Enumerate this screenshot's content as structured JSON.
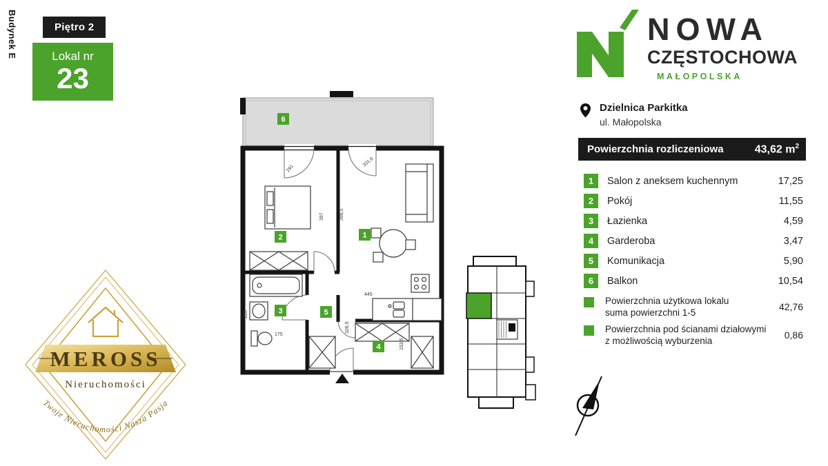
{
  "colors": {
    "accent_green": "#4CA32B",
    "dark": "#1B1B1B",
    "gold": "#C9A23A",
    "balcony_gray": "#DBDBDB"
  },
  "header": {
    "building": "Budynek E",
    "floor": "Piętro 2",
    "unit_label": "Lokal nr",
    "unit_number": "23"
  },
  "brand": {
    "line1": "NOWA",
    "line2": "CZĘSTOCHOWA",
    "line3": "MAŁOPOLSKA",
    "location_name": "Dzielnica Parkitka",
    "location_street": "ul. Małopolska"
  },
  "area_bar": {
    "label": "Powierzchnia rozliczeniowa",
    "value": "43,62 m",
    "sup": "2"
  },
  "rooms": [
    {
      "num": "1",
      "label": "Salon z aneksem kuchennym",
      "value": "17,25"
    },
    {
      "num": "2",
      "label": "Pokój",
      "value": "11,55"
    },
    {
      "num": "3",
      "label": "Łazienka",
      "value": "4,59"
    },
    {
      "num": "4",
      "label": "Garderoba",
      "value": "3,47"
    },
    {
      "num": "5",
      "label": "Komunikacja",
      "value": "5,90"
    },
    {
      "num": "6",
      "label": "Balkon",
      "value": "10,54"
    }
  ],
  "summary": [
    {
      "line1": "Powierzchnia użytkowa lokalu",
      "line2": "suma powierzchni 1-5",
      "value": "42,76"
    },
    {
      "line1": "Powierzchnia pod ścianami działowymi",
      "line2": "z możliwością wyburzenia",
      "value": "0,86"
    }
  ],
  "floorplan": {
    "markers": [
      "1",
      "2",
      "3",
      "4",
      "5",
      "6"
    ],
    "dims": {
      "d1": "291",
      "d2": "331,6",
      "d3": "397",
      "d4": "398,5",
      "d5": "445",
      "d6": "326,5",
      "d7": "175",
      "d8": "153,5",
      "d9": "226"
    }
  },
  "meross": {
    "name": "MEROSS",
    "subtitle": "Nieruchomości",
    "tagline": "Twoje Nieruchomości Nasza Pasja"
  }
}
